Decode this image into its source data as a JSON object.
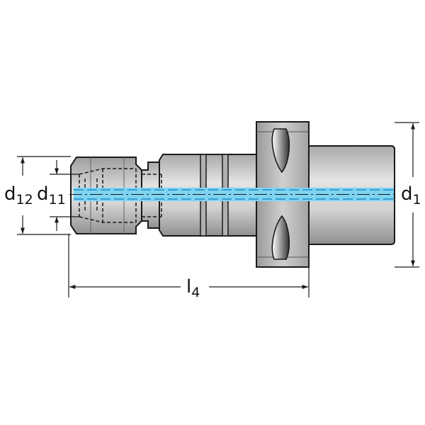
{
  "labels": {
    "d12": {
      "base": "d",
      "sub": "12"
    },
    "d11": {
      "base": "d",
      "sub": "11"
    },
    "d1": {
      "base": "d",
      "sub": "1"
    },
    "l4": {
      "base": "l",
      "sub": "4"
    }
  },
  "colors": {
    "line": "#1a1a1a",
    "body_light": "#d9d9d9",
    "body_mid": "#b8b8b8",
    "body_dark": "#8c8c8c",
    "coolant": "#7fd4f2",
    "coolant_dark": "#1f8fc7"
  }
}
